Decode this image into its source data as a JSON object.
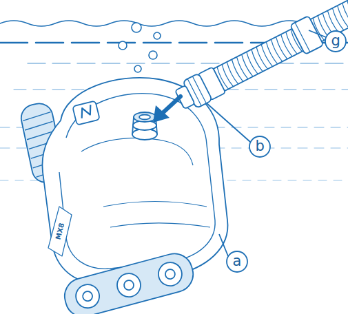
{
  "diagram": {
    "labels": [
      "g",
      "b",
      "a",
      "MX8"
    ]
  }
}
